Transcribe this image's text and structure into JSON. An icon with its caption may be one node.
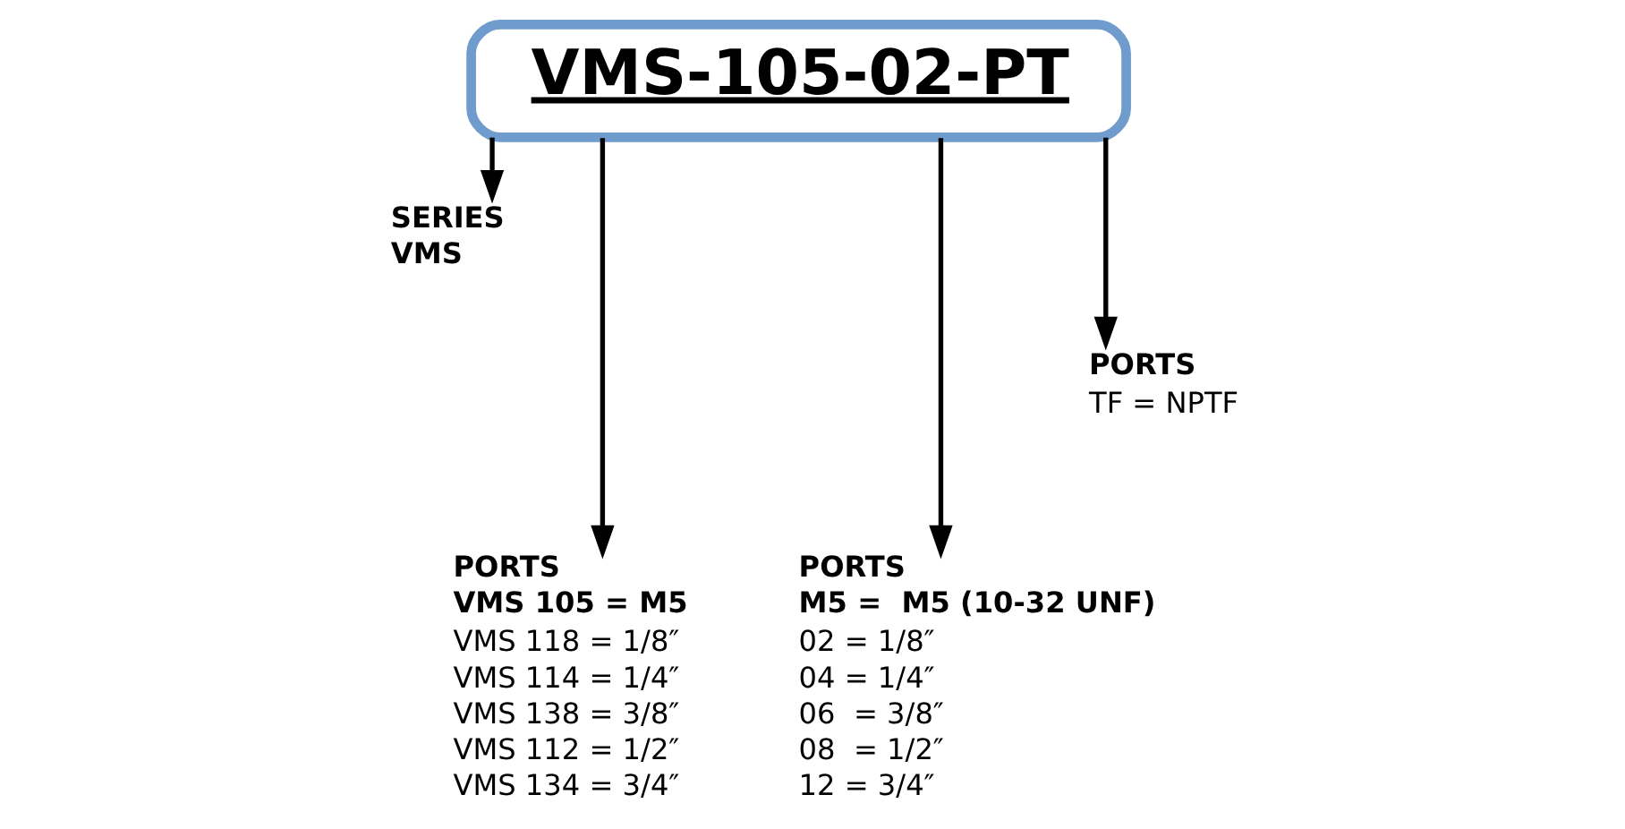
{
  "diagram": {
    "nodes": [
      {
        "text": [
          "VMS-105-02-PT"
        ]
      },
      {
        "text": [
          "SERIES",
          "VMS"
        ]
      },
      {
        "text": [
          "PORTS",
          "VMS 105 = M5",
          "VMS 118 = 1/8″",
          "VMS 114 = 1/4″",
          "VMS 138 = 3/8″",
          "VMS 112 = 1/2″",
          "VMS 134 = 3/4″"
        ]
      },
      {
        "text": [
          "PORTS",
          "M5 =  M5 (10-32 UNF)",
          "02 = 1/8″",
          "04 = 1/4″",
          "06  = 3/8″",
          "08  = 1/2″",
          "12 = 3/4″"
        ]
      },
      {
        "text": [
          "PORTS",
          "TF = NPTF"
        ]
      }
    ],
    "edges": [
      {
        "from": 0,
        "to": 1,
        "arrow": "to"
      },
      {
        "from": 0,
        "to": 2,
        "arrow": "to"
      },
      {
        "from": 0,
        "to": 3,
        "arrow": "to"
      },
      {
        "from": 0,
        "to": 4,
        "arrow": "to"
      }
    ]
  }
}
